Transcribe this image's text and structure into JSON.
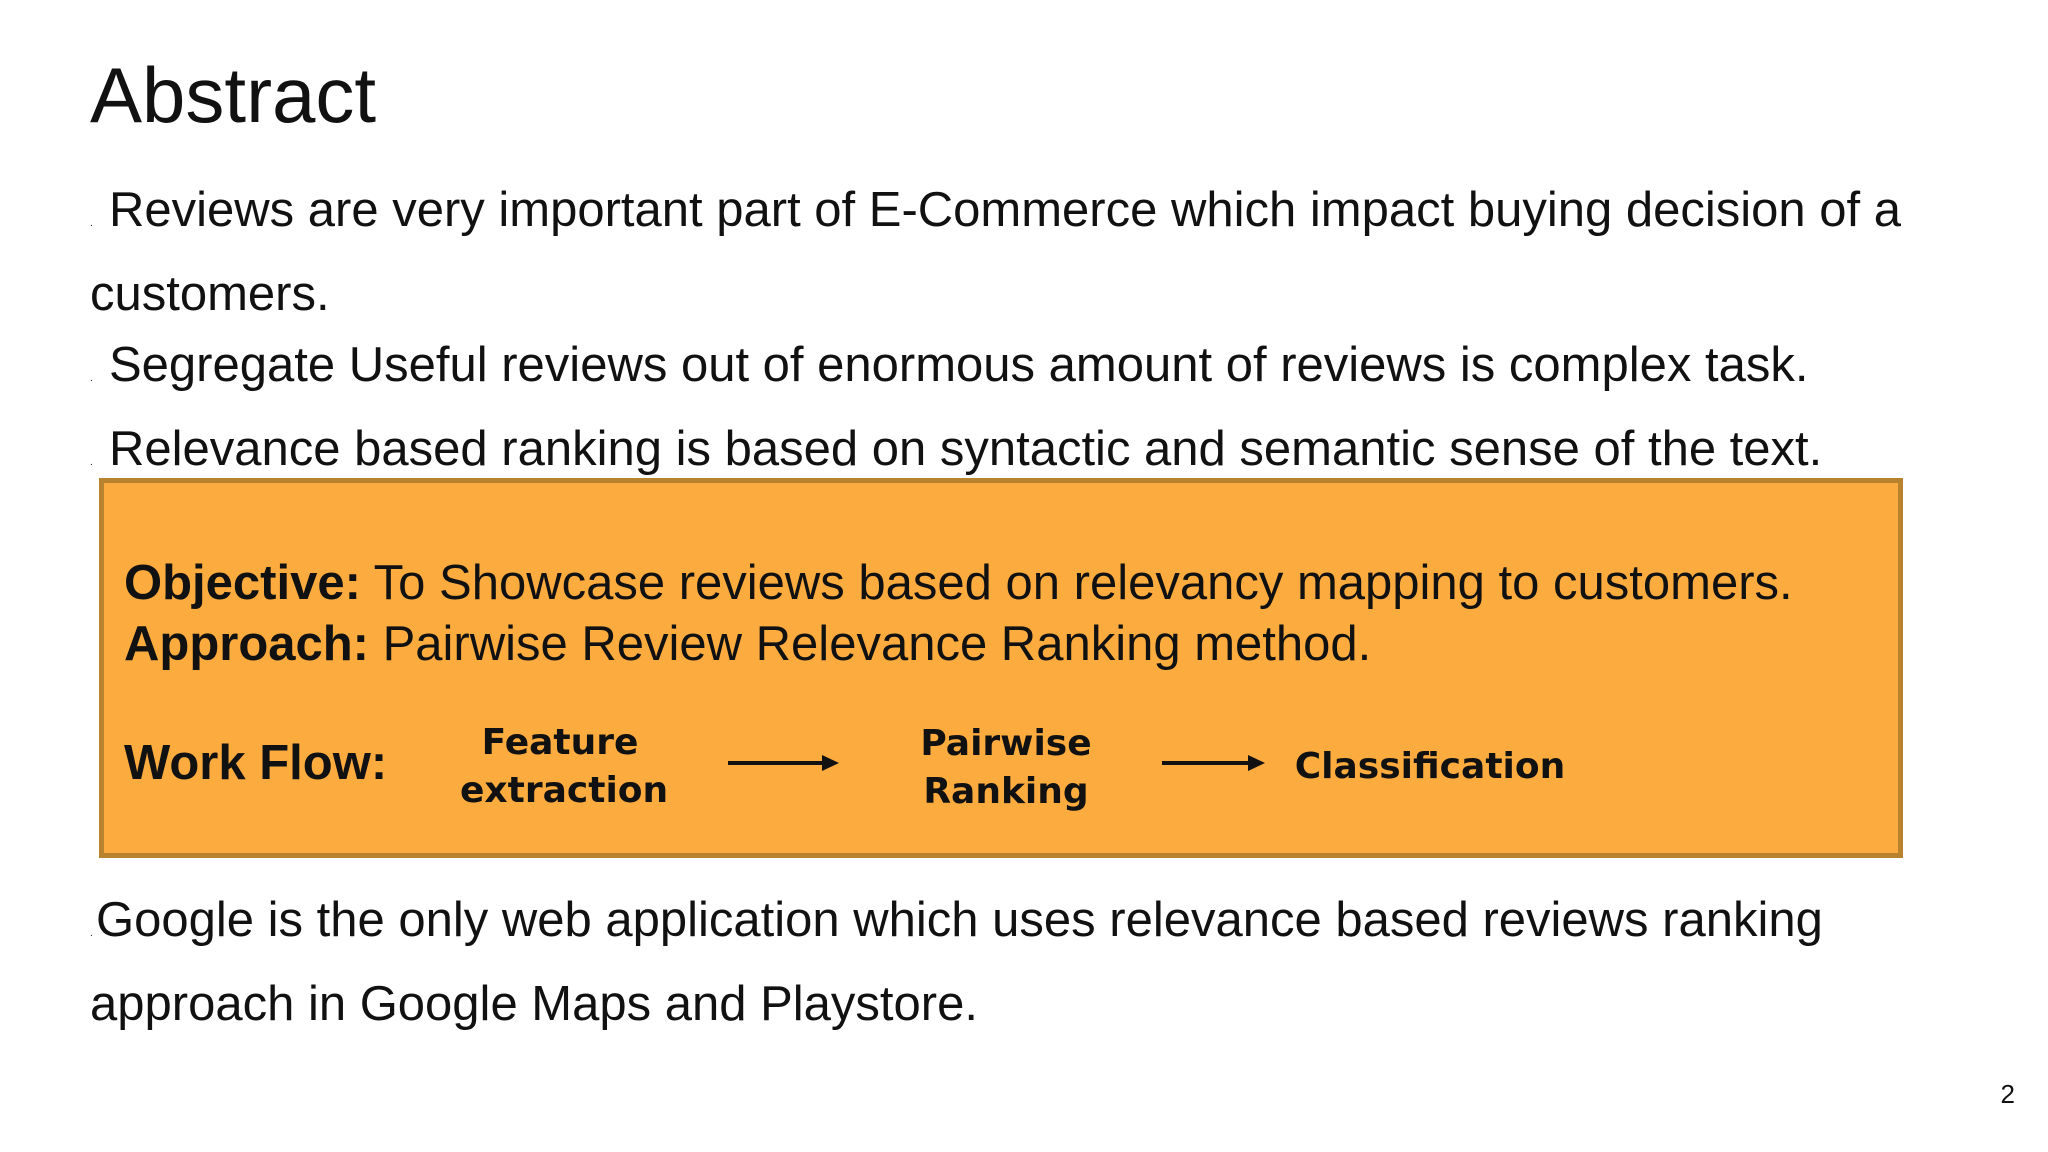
{
  "slide": {
    "title": "Abstract",
    "bullets": [
      "Reviews are very important part of E-Commerce which impact buying decision of a customers.",
      "Segregate Useful reviews out of enormous amount of reviews is complex task.",
      "Relevance based ranking is based on syntactic and semantic sense of the text."
    ],
    "box": {
      "objective_label": "Objective:",
      "objective_text": " To Showcase reviews based on relevancy mapping to customers.",
      "approach_label": "Approach:",
      "approach_text": " Pairwise Review Relevance Ranking method.",
      "workflow_label": "Work Flow:",
      "workflow_steps": [
        {
          "line1": "Feature",
          "line2": "extraction"
        },
        {
          "line1": "Pairwise",
          "line2": "Ranking"
        },
        {
          "line1": "Classification",
          "line2": ""
        }
      ]
    },
    "footer_bullet": "Google is the only web application which  uses relevance based reviews ranking approach in Google Maps and Playstore.",
    "page_number": "2"
  }
}
